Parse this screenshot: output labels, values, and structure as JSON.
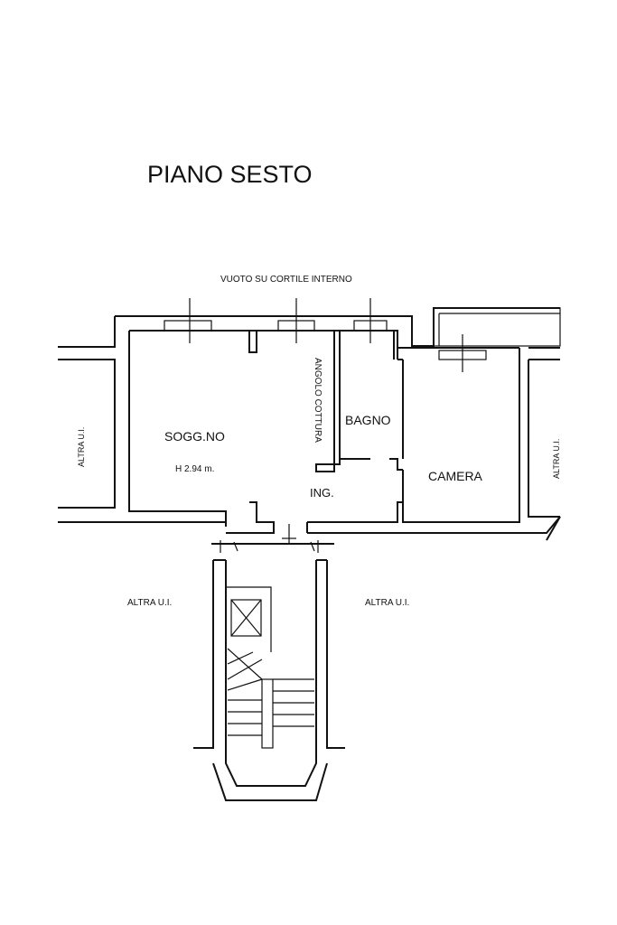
{
  "title": "PIANO SESTO",
  "top_note": "VUOTO SU CORTILE INTERNO",
  "rooms": {
    "soggiorno": "SOGG.NO",
    "height": "H 2.94 m.",
    "angolo_cottura": "ANGOLO COTTURA",
    "bagno": "BAGNO",
    "camera": "CAMERA",
    "ingresso": "ING."
  },
  "neighbors": {
    "left_side": "ALTRA U.I.",
    "right_side": "ALTRA U.I.",
    "bottom_left": "ALTRA U.I.",
    "bottom_right": "ALTRA U.I."
  }
}
